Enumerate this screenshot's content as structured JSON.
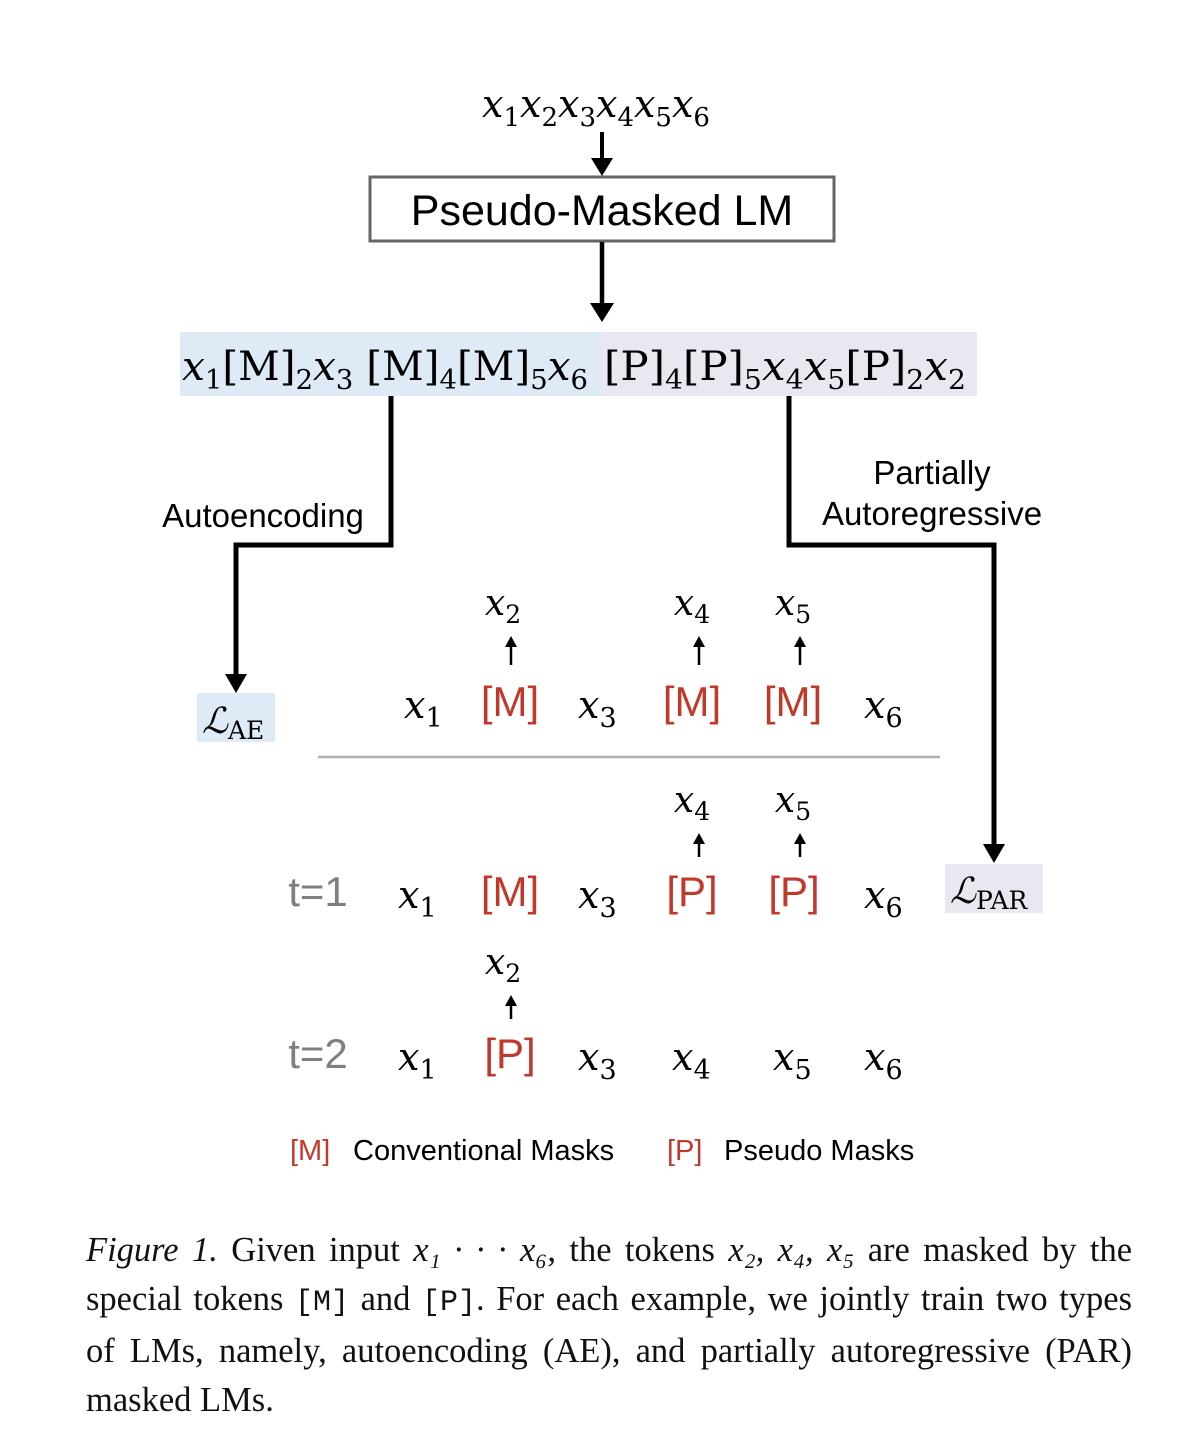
{
  "input": {
    "tokens": [
      {
        "base": "x",
        "sub": "1"
      },
      {
        "base": "x",
        "sub": "2"
      },
      {
        "base": "x",
        "sub": "3"
      },
      {
        "base": "x",
        "sub": "4"
      },
      {
        "base": "x",
        "sub": "5"
      },
      {
        "base": "x",
        "sub": "6"
      }
    ]
  },
  "model_box": {
    "label": "Pseudo-Masked LM"
  },
  "sequence": {
    "ae_part": [
      {
        "base": "x",
        "sub": "1"
      },
      {
        "base": "[M]",
        "sub": "2"
      },
      {
        "base": "x",
        "sub": "3"
      },
      {
        "base": "[M]",
        "sub": "4"
      },
      {
        "base": "[M]",
        "sub": "5"
      },
      {
        "base": "x",
        "sub": "6"
      }
    ],
    "par_part": [
      {
        "base": "[P]",
        "sub": "4"
      },
      {
        "base": "[P]",
        "sub": "5"
      },
      {
        "base": "x",
        "sub": "4"
      },
      {
        "base": "x",
        "sub": "5"
      },
      {
        "base": "[P]",
        "sub": "2"
      },
      {
        "base": "x",
        "sub": "2"
      }
    ],
    "ae_color": "#deebf7",
    "par_color": "#ebe7f0"
  },
  "branches": {
    "ae_label": "Autoencoding",
    "par_label_line1": "Partially",
    "par_label_line2": "Autoregressive"
  },
  "losses": {
    "ae": {
      "symbol": "ℒ",
      "sub": "AE"
    },
    "par": {
      "symbol": "ℒ",
      "sub": "PAR"
    }
  },
  "ae_row": {
    "tokens": [
      "x1",
      "[M]",
      "x3",
      "[M]",
      "[M]",
      "x6"
    ],
    "predictions": [
      {
        "base": "x",
        "sub": "2"
      },
      {
        "base": "x",
        "sub": "4"
      },
      {
        "base": "x",
        "sub": "5"
      }
    ]
  },
  "par_rows": [
    {
      "step": "t=1",
      "tokens": [
        "x1",
        "[M]",
        "x3",
        "[P]",
        "[P]",
        "x6"
      ],
      "predictions": [
        {
          "base": "x",
          "sub": "4"
        },
        {
          "base": "x",
          "sub": "5"
        }
      ]
    },
    {
      "step": "t=2",
      "tokens": [
        "x1",
        "[P]",
        "x3",
        "x4",
        "x5",
        "x6"
      ],
      "predictions": [
        {
          "base": "x",
          "sub": "2"
        }
      ]
    }
  ],
  "legend": {
    "m_token": "[M]",
    "m_label": "Conventional Masks",
    "p_token": "[P]",
    "p_label": "Pseudo Masks"
  },
  "colors": {
    "mask_red": "#c0392b",
    "step_gray": "#7f7f7f",
    "box_border": "#666666",
    "separator": "#b0b0b0"
  },
  "caption": {
    "label": "Figure 1.",
    "t1": " Given input ",
    "m1": "x₁ · · · x₆",
    "t2": ", the tokens ",
    "m2": "x₂, x₄, x₅",
    "t3": " are masked by the special tokens ",
    "c1": "[M]",
    "t4": " and ",
    "c2": "[P]",
    "t5": ". For each example, we jointly train two types of LMs, namely, autoencoding (AE), and partially autoregressive (PAR) masked LMs."
  }
}
